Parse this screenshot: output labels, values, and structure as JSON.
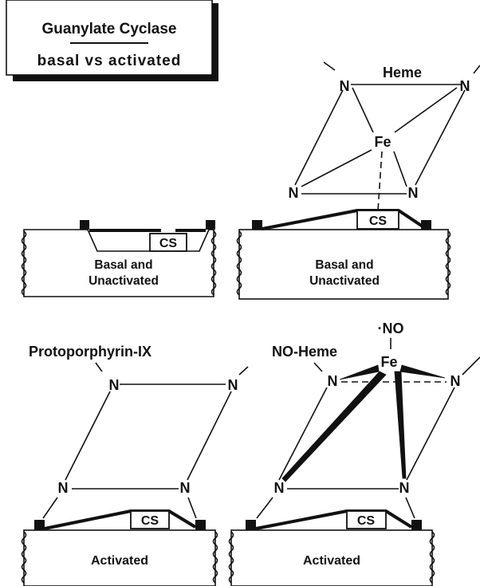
{
  "title_box": {
    "line1": "Guanylate Cyclase",
    "line2": "basal vs activated"
  },
  "panels": {
    "top_left": {
      "box_line1": "Basal and",
      "box_line2": "Unactivated",
      "site": "CS"
    },
    "top_right": {
      "heading": "Heme",
      "box_line1": "Basal and",
      "box_line2": "Unactivated",
      "site": "CS",
      "metal": "Fe",
      "nitrogen": "N"
    },
    "bottom_left": {
      "heading": "Protoporphyrin-IX",
      "box_label": "Activated",
      "site": "CS",
      "nitrogen": "N"
    },
    "bottom_right": {
      "heading": "NO-Heme",
      "ligand": "·NO",
      "box_label": "Activated",
      "site": "CS",
      "metal": "Fe",
      "nitrogen": "N"
    }
  }
}
